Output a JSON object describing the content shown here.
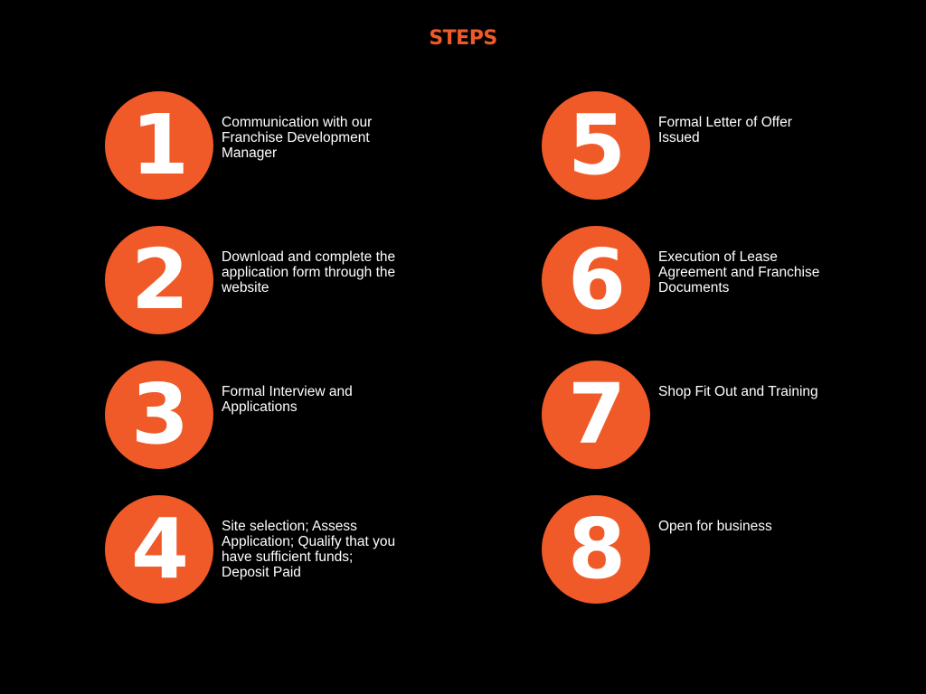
{
  "title": "STEPS",
  "colors": {
    "background": "#000000",
    "accent": "#f05a28",
    "text": "#ffffff"
  },
  "steps": [
    {
      "number": "1",
      "text": "Communication with our Franchise Development Manager"
    },
    {
      "number": "2",
      "text": "Download and complete the application form through the website"
    },
    {
      "number": "3",
      "text": "Formal Interview and Applications"
    },
    {
      "number": "4",
      "text": "Site selection; Assess Application; Qualify that you have sufficient funds; Deposit Paid"
    },
    {
      "number": "5",
      "text": "Formal Letter of Offer Issued"
    },
    {
      "number": "6",
      "text": "Execution of Lease Agreement and Franchise Documents"
    },
    {
      "number": "7",
      "text": "Shop Fit Out and Training"
    },
    {
      "number": "8",
      "text": "Open for business"
    }
  ]
}
